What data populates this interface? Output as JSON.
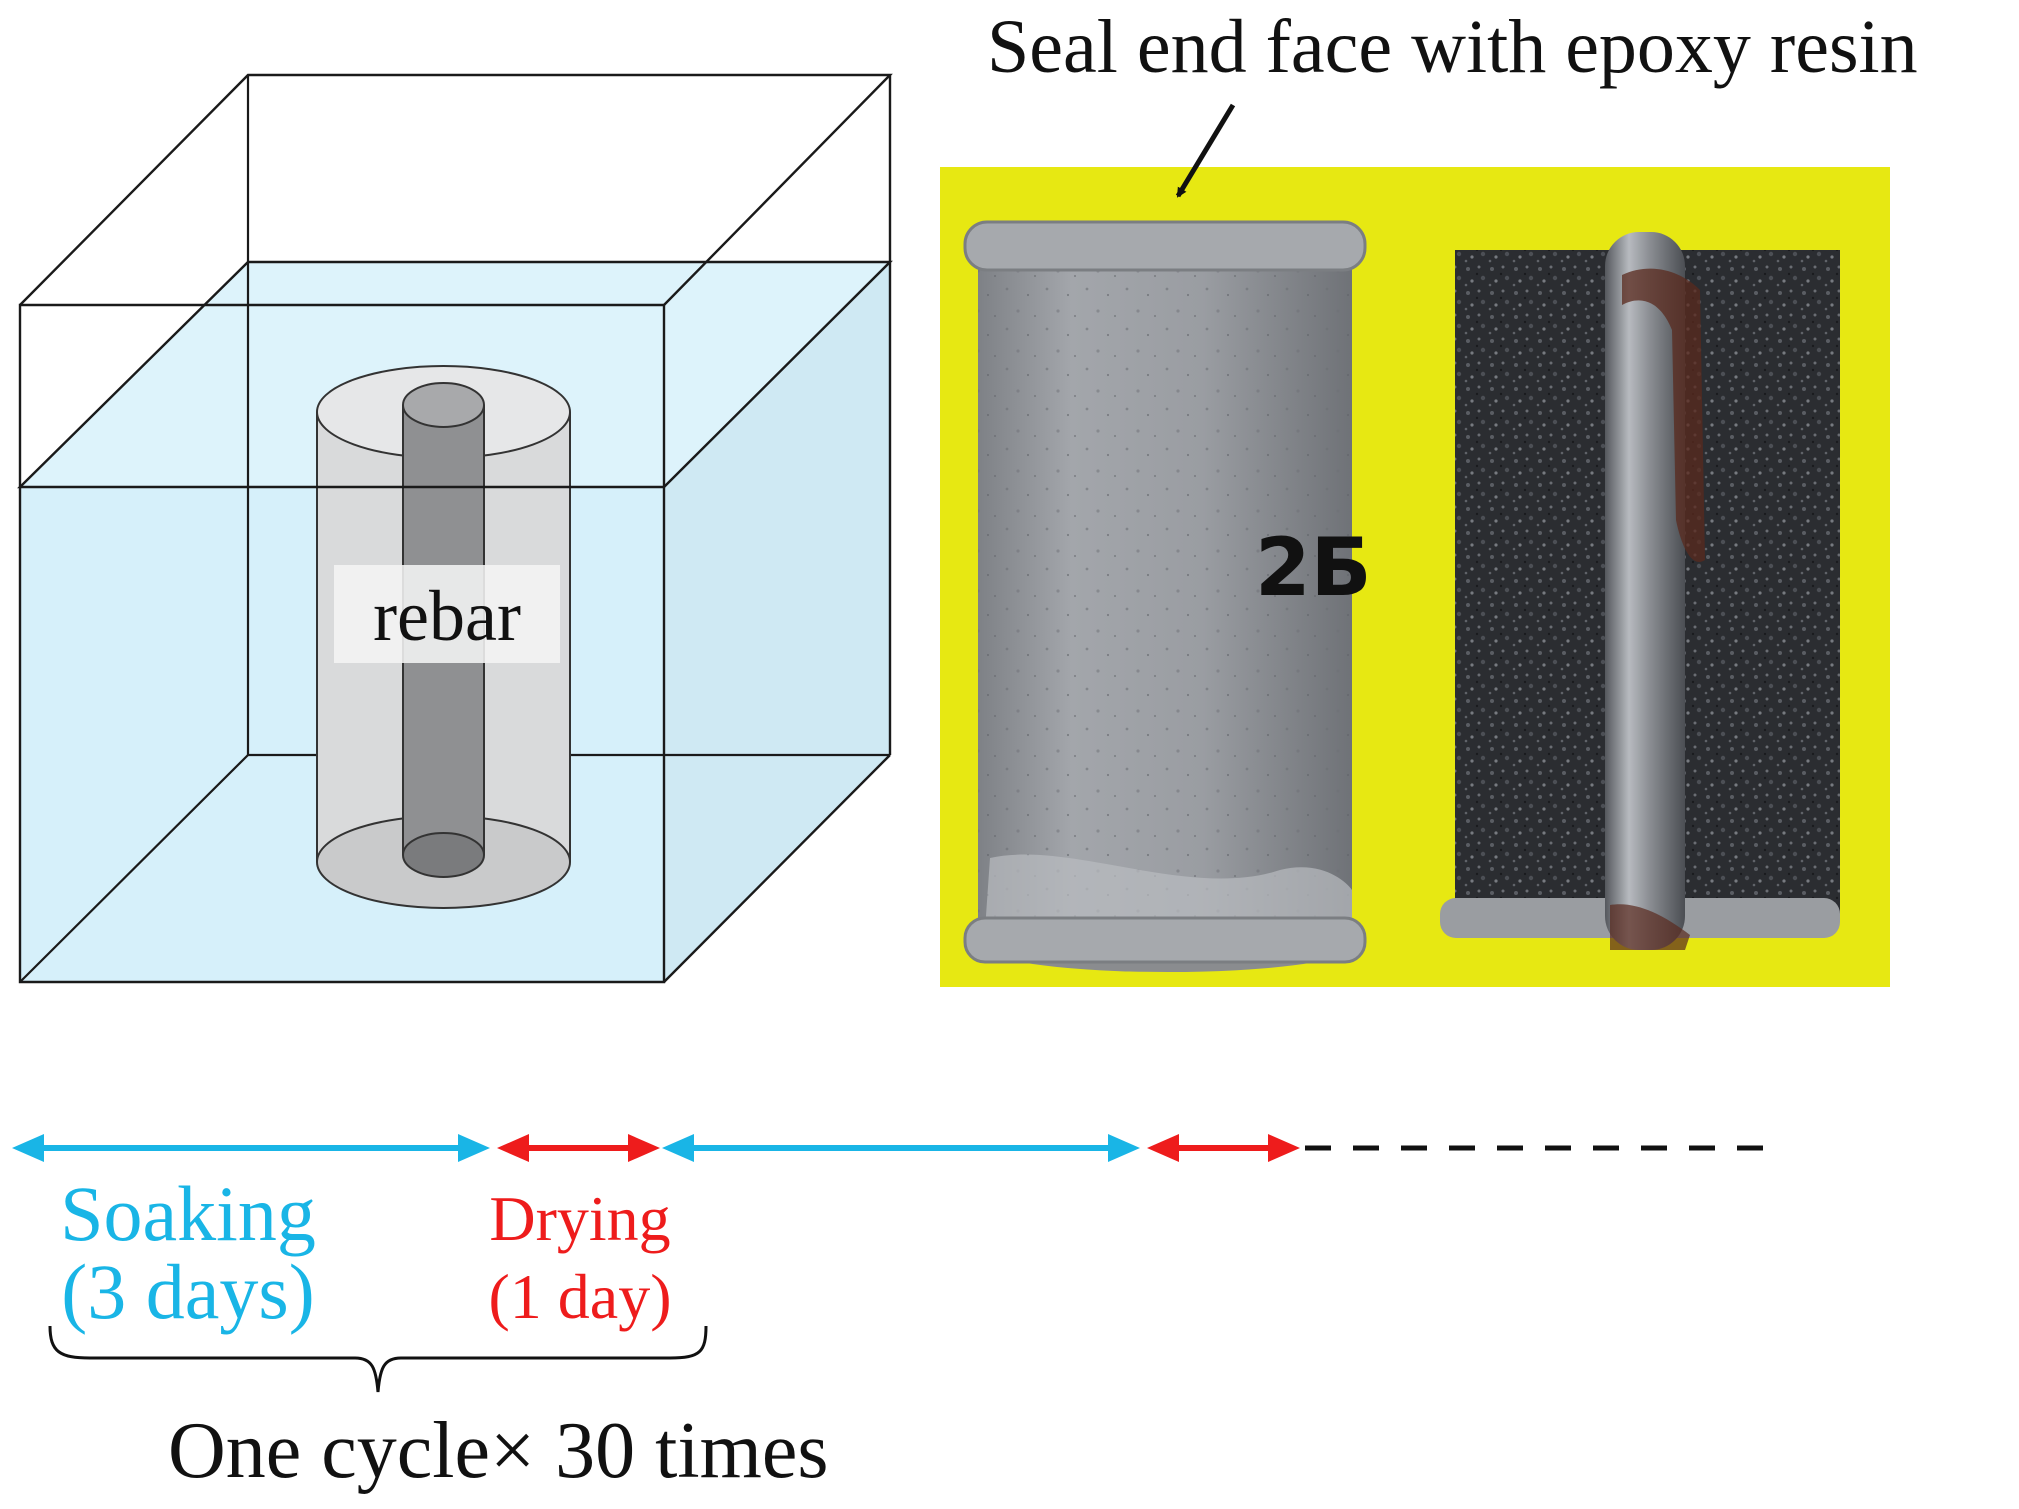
{
  "tank_diagram": {
    "rebar_label": "rebar"
  },
  "photo": {
    "callout": "Seal end face with epoxy resin",
    "specimen_mark": "2Б"
  },
  "timeline": {
    "soaking_label": "Soaking",
    "soaking_duration": "(3 days)",
    "drying_label": "Drying",
    "drying_duration": "(1 day)",
    "cycle_label": "One cycle× 30 times"
  },
  "colors": {
    "soaking": "#19b5e6",
    "drying": "#ee1c1c",
    "water": "#d6f0fa",
    "photo_background": "#e7e812",
    "line": "#1a1a1a",
    "dash": "#111111"
  }
}
